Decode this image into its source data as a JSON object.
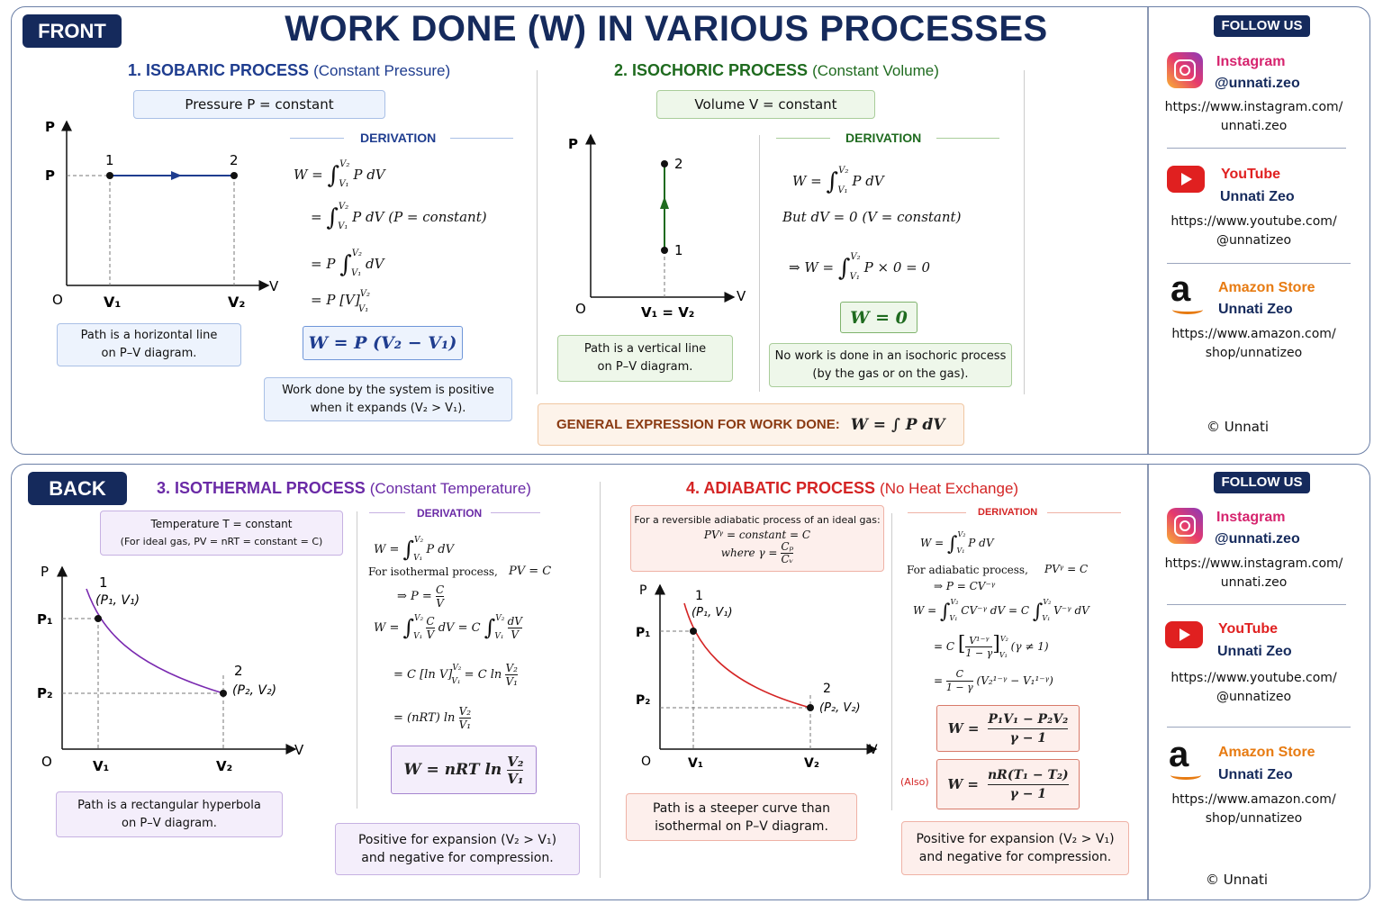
{
  "title": "WORK DONE (W) IN VARIOUS PROCESSES",
  "front_tag": "FRONT",
  "back_tag": "BACK",
  "general_expression": {
    "label": "GENERAL EXPRESSION FOR WORK DONE:",
    "formula": "W = ∫ P dV"
  },
  "isobaric": {
    "title": "1. ISOBARIC PROCESS",
    "subtitle": "(Constant Pressure)",
    "condition": "Pressure  P  =  constant",
    "derivation_heading": "DERIVATION",
    "steps": [
      "W =",
      "P dV",
      "=",
      "P dV   (P = constant)",
      "=  P",
      "dV",
      "=  P [V]"
    ],
    "result": "W  =  P (V₂ − V₁)",
    "note1": [
      "Path is a horizontal line",
      "on P–V diagram."
    ],
    "note2": [
      "Work done by the system is positive",
      "when it expands (V₂ > V₁)."
    ],
    "graph": {
      "y_axis": "P",
      "x_axis": "V",
      "origin": "O",
      "p_tick": "P",
      "v1": "V₁",
      "v2": "V₂",
      "point1": "1",
      "point2": "2"
    }
  },
  "isochoric": {
    "title": "2. ISOCHORIC PROCESS",
    "subtitle": "(Constant Volume)",
    "condition": "Volume  V  =  constant",
    "derivation_heading": "DERIVATION",
    "steps": [
      "W =",
      "P dV",
      "But   dV = 0   (V = constant)",
      "⇒   W =",
      "P × 0 = 0"
    ],
    "result": "W  =  0",
    "note1": [
      "Path is a vertical line",
      "on P–V diagram."
    ],
    "note2": [
      "No work is done in an isochoric process",
      "(by the gas or on the gas)."
    ],
    "graph": {
      "y_axis": "P",
      "x_axis": "V",
      "origin": "O",
      "v_label": "V₁ = V₂",
      "point1": "1",
      "point2": "2"
    }
  },
  "isothermal": {
    "title": "3. ISOTHERMAL PROCESS",
    "subtitle": "(Constant Temperature)",
    "condition": [
      "Temperature  T  =  constant",
      "(For ideal gas,   PV = nRT = constant = C)"
    ],
    "derivation_heading": "DERIVATION",
    "steps": [
      "W =",
      "P dV",
      "For isothermal process,",
      "PV = C",
      "⇒   P =",
      "W =",
      "dV  =  C",
      "=  C [ln V]",
      "=  C ln",
      "=  (nRT) ln"
    ],
    "result": "W  =  nRT  ln",
    "note1": [
      "Path is a rectangular hyperbola",
      "on P–V diagram."
    ],
    "note2": [
      "Positive for expansion (V₂ > V₁)",
      "and negative for compression."
    ],
    "graph": {
      "y_axis": "P",
      "x_axis": "V",
      "origin": "O",
      "p1": "P₁",
      "p2": "P₂",
      "v1": "V₁",
      "v2": "V₂",
      "point1": "1",
      "point2": "2",
      "pt1": "(P₁, V₁)",
      "pt2": "(P₂, V₂)"
    }
  },
  "adiabatic": {
    "title": "4. ADIABATIC PROCESS",
    "subtitle": "(No Heat Exchange)",
    "condition": [
      "For a reversible adiabatic process of an ideal gas:",
      "PVᵞ  =  constant  =  C",
      "where   γ  ="
    ],
    "derivation_heading": "DERIVATION",
    "steps": [
      "W =",
      "P dV",
      "For adiabatic process,",
      "PVᵞ = C",
      "⇒   P = CV⁻ᵞ",
      "W =",
      "CV⁻ᵞ dV  =  C",
      "V⁻ᵞ dV",
      "=  C",
      "(γ ≠ 1)",
      "(V₂¹⁻ᵞ − V₁¹⁻ᵞ)"
    ],
    "result1": "W  =",
    "also": "(Also)",
    "result2": "W  =",
    "note1": [
      "Path is a steeper curve than",
      "isothermal on P–V diagram."
    ],
    "note2": [
      "Positive for expansion (V₂ > V₁)",
      "and negative for compression."
    ],
    "graph": {
      "y_axis": "P",
      "x_axis": "V",
      "origin": "O",
      "p1": "P₁",
      "p2": "P₂",
      "v1": "V₁",
      "v2": "V₂",
      "point1": "1",
      "point2": "2",
      "pt1": "(P₁, V₁)",
      "pt2": "(P₂, V₂)"
    }
  },
  "sidebar": {
    "follow_us": "FOLLOW US",
    "instagram": {
      "name": "Instagram",
      "handle": "@unnati.zeo",
      "url": [
        "https://www.instagram.com/",
        "unnati.zeo"
      ]
    },
    "youtube": {
      "name": "YouTube",
      "handle": "Unnati Zeo",
      "url": [
        "https://www.youtube.com/",
        "@unnatizeo"
      ]
    },
    "amazon": {
      "name": "Amazon Store",
      "handle": "Unnati Zeo",
      "url": [
        "https://www.amazon.com/",
        "shop/unnatizeo"
      ]
    },
    "copyright": "© Unnati"
  },
  "colors": {
    "navy": "#152a5c",
    "isobaric": "#1f3d8f",
    "isochoric": "#1f6b1f",
    "isothermal": "#6a2aa6",
    "adiabatic": "#d42424",
    "instagram": "#d6246e",
    "youtube": "#e02020",
    "amazon": "#e77b12"
  }
}
